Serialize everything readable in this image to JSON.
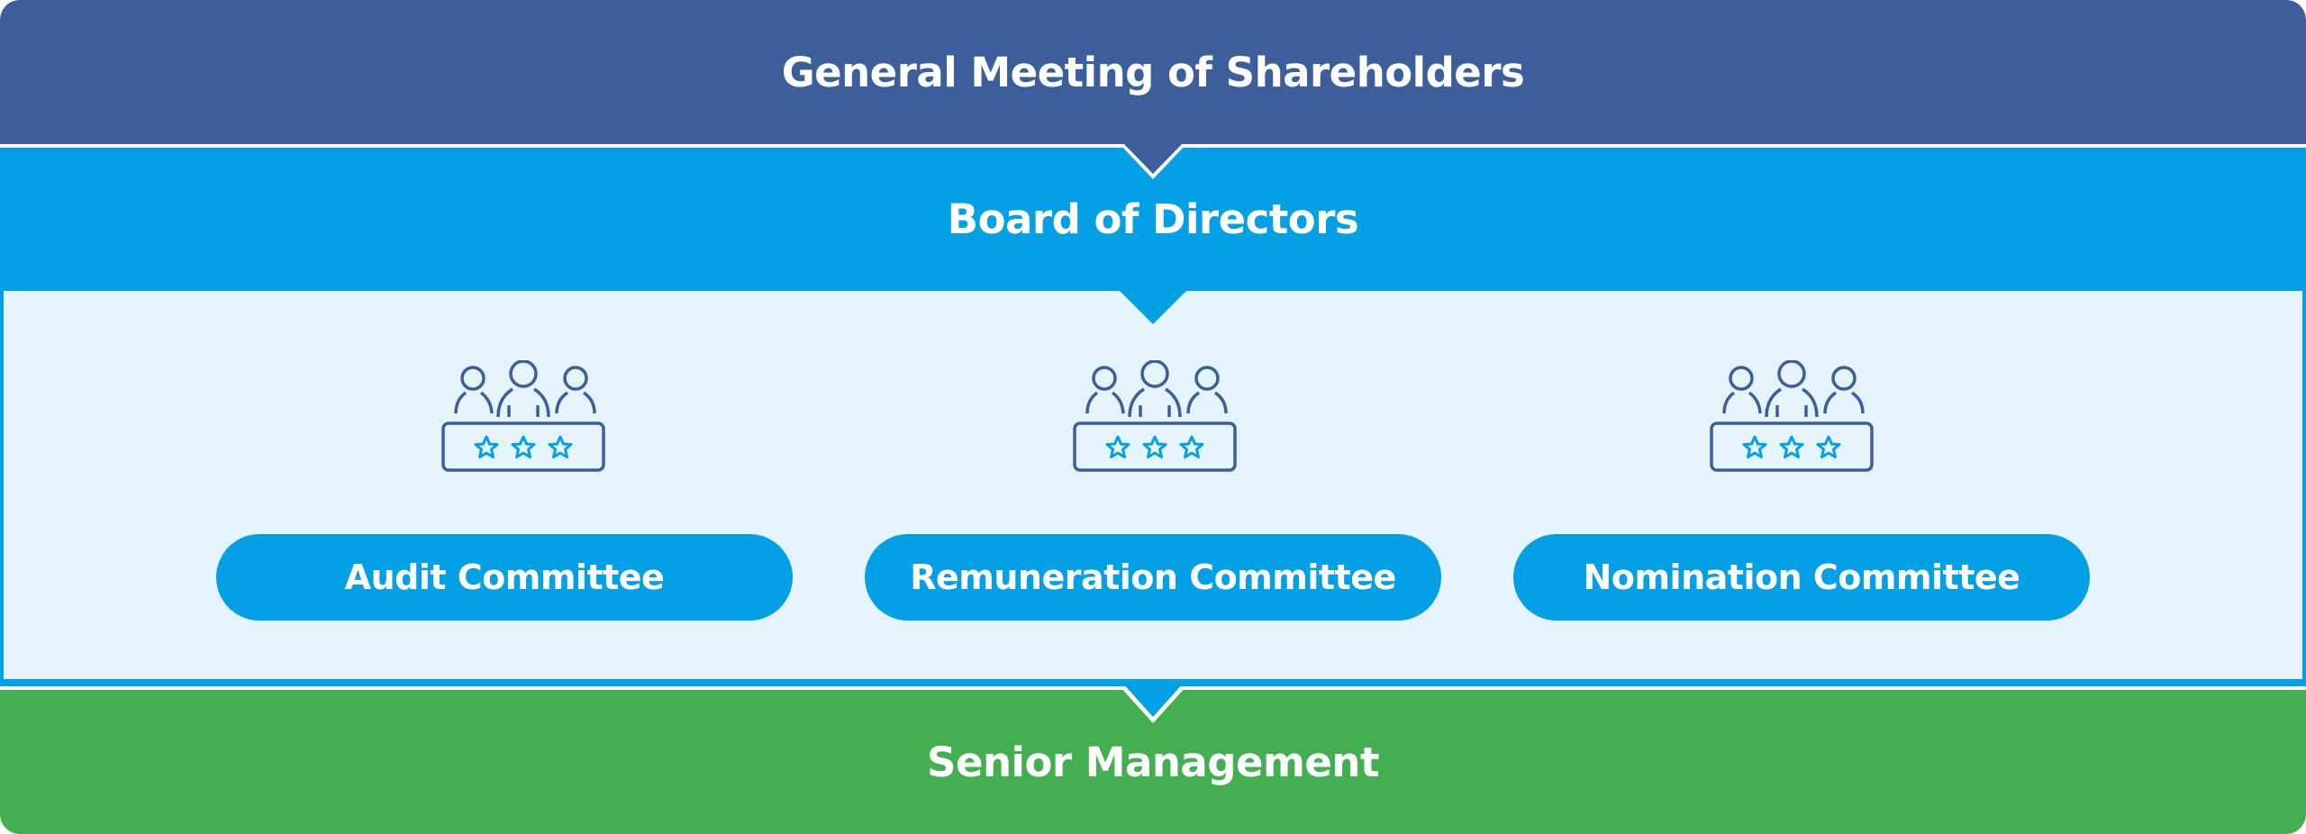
{
  "levels": {
    "general_meeting": "General Meeting of Shareholders",
    "board": "Board of Directors",
    "senior_management": "Senior Management"
  },
  "committees": [
    {
      "label": "Audit Committee",
      "icon": "committee-icon"
    },
    {
      "label": "Remuneration Committee",
      "icon": "committee-icon"
    },
    {
      "label": "Nomination Committee",
      "icon": "committee-icon"
    }
  ],
  "colors": {
    "general_meeting": "#3c5f9c",
    "board": "#03a0e6",
    "committee_area": "#e5f4fb",
    "senior_management": "#44af50"
  }
}
